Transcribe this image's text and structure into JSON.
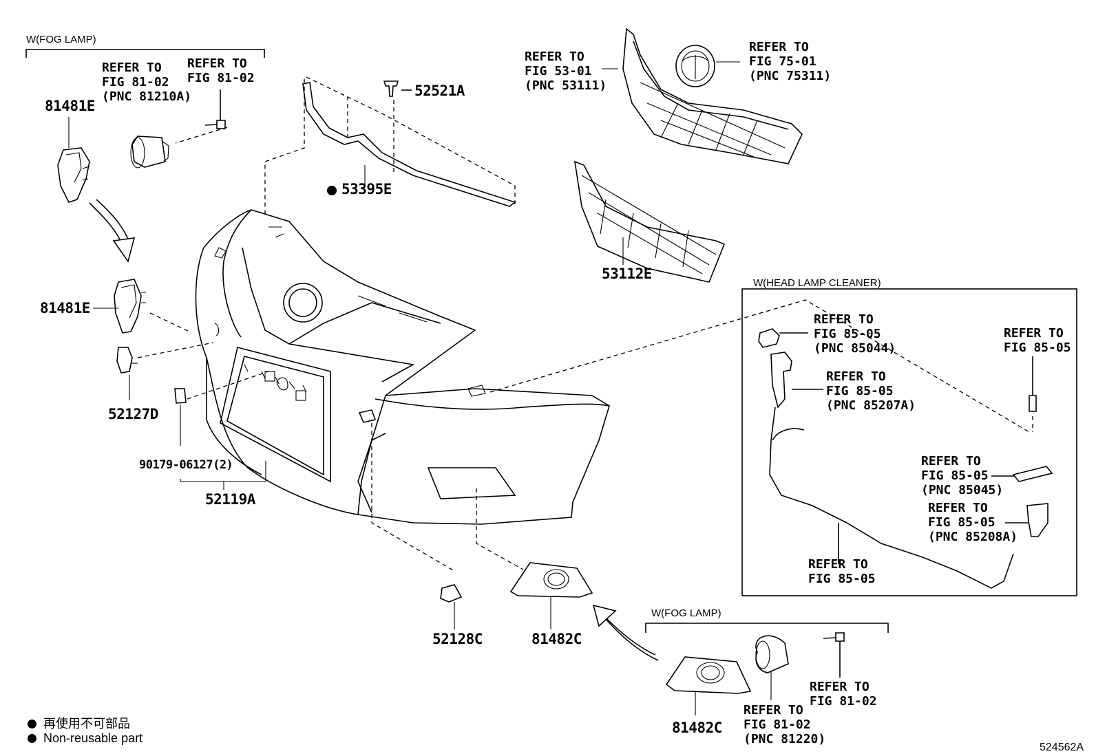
{
  "groups": {
    "fog_lamp_top": "W(FOG LAMP)",
    "head_lamp_cleaner": "W(HEAD LAMP CLEANER)",
    "fog_lamp_bottom": "W(FOG LAMP)"
  },
  "refs": {
    "r1": "REFER TO\nFIG 81-02\n(PNC 81210A)",
    "r2": "REFER TO\nFIG 81-02",
    "r3": "REFER TO\nFIG 53-01\n(PNC 53111)",
    "r4": "REFER TO\nFIG 75-01\n(PNC 75311)",
    "r5": "REFER TO\nFIG 85-05\n(PNC 85044)",
    "r6": "REFER TO\nFIG 85-05\n(PNC 85207A)",
    "r7": "REFER TO\nFIG 85-05",
    "r8": "REFER TO\nFIG 85-05\n(PNC 85045)",
    "r9": "REFER TO\nFIG 85-05\n(PNC 85208A)",
    "r10": "REFER TO\nFIG 85-05",
    "r11": "REFER TO\nFIG 81-02",
    "r12": "REFER TO\nFIG 81-02\n(PNC 81220)"
  },
  "parts": {
    "p81481E_top": "81481E",
    "p81481E_mid": "81481E",
    "p52521A": "52521A",
    "p53395E": "53395E",
    "p53112E": "53112E",
    "p52127D": "52127D",
    "p90179": "90179-06127(2)",
    "p52119A": "52119A",
    "p52128C": "52128C",
    "p81482C_mid": "81482C",
    "p81482C_bot": "81482C"
  },
  "legend": {
    "jp": "再使用不可部品",
    "en": "Non-reusable part"
  },
  "figure_id": "524562A"
}
